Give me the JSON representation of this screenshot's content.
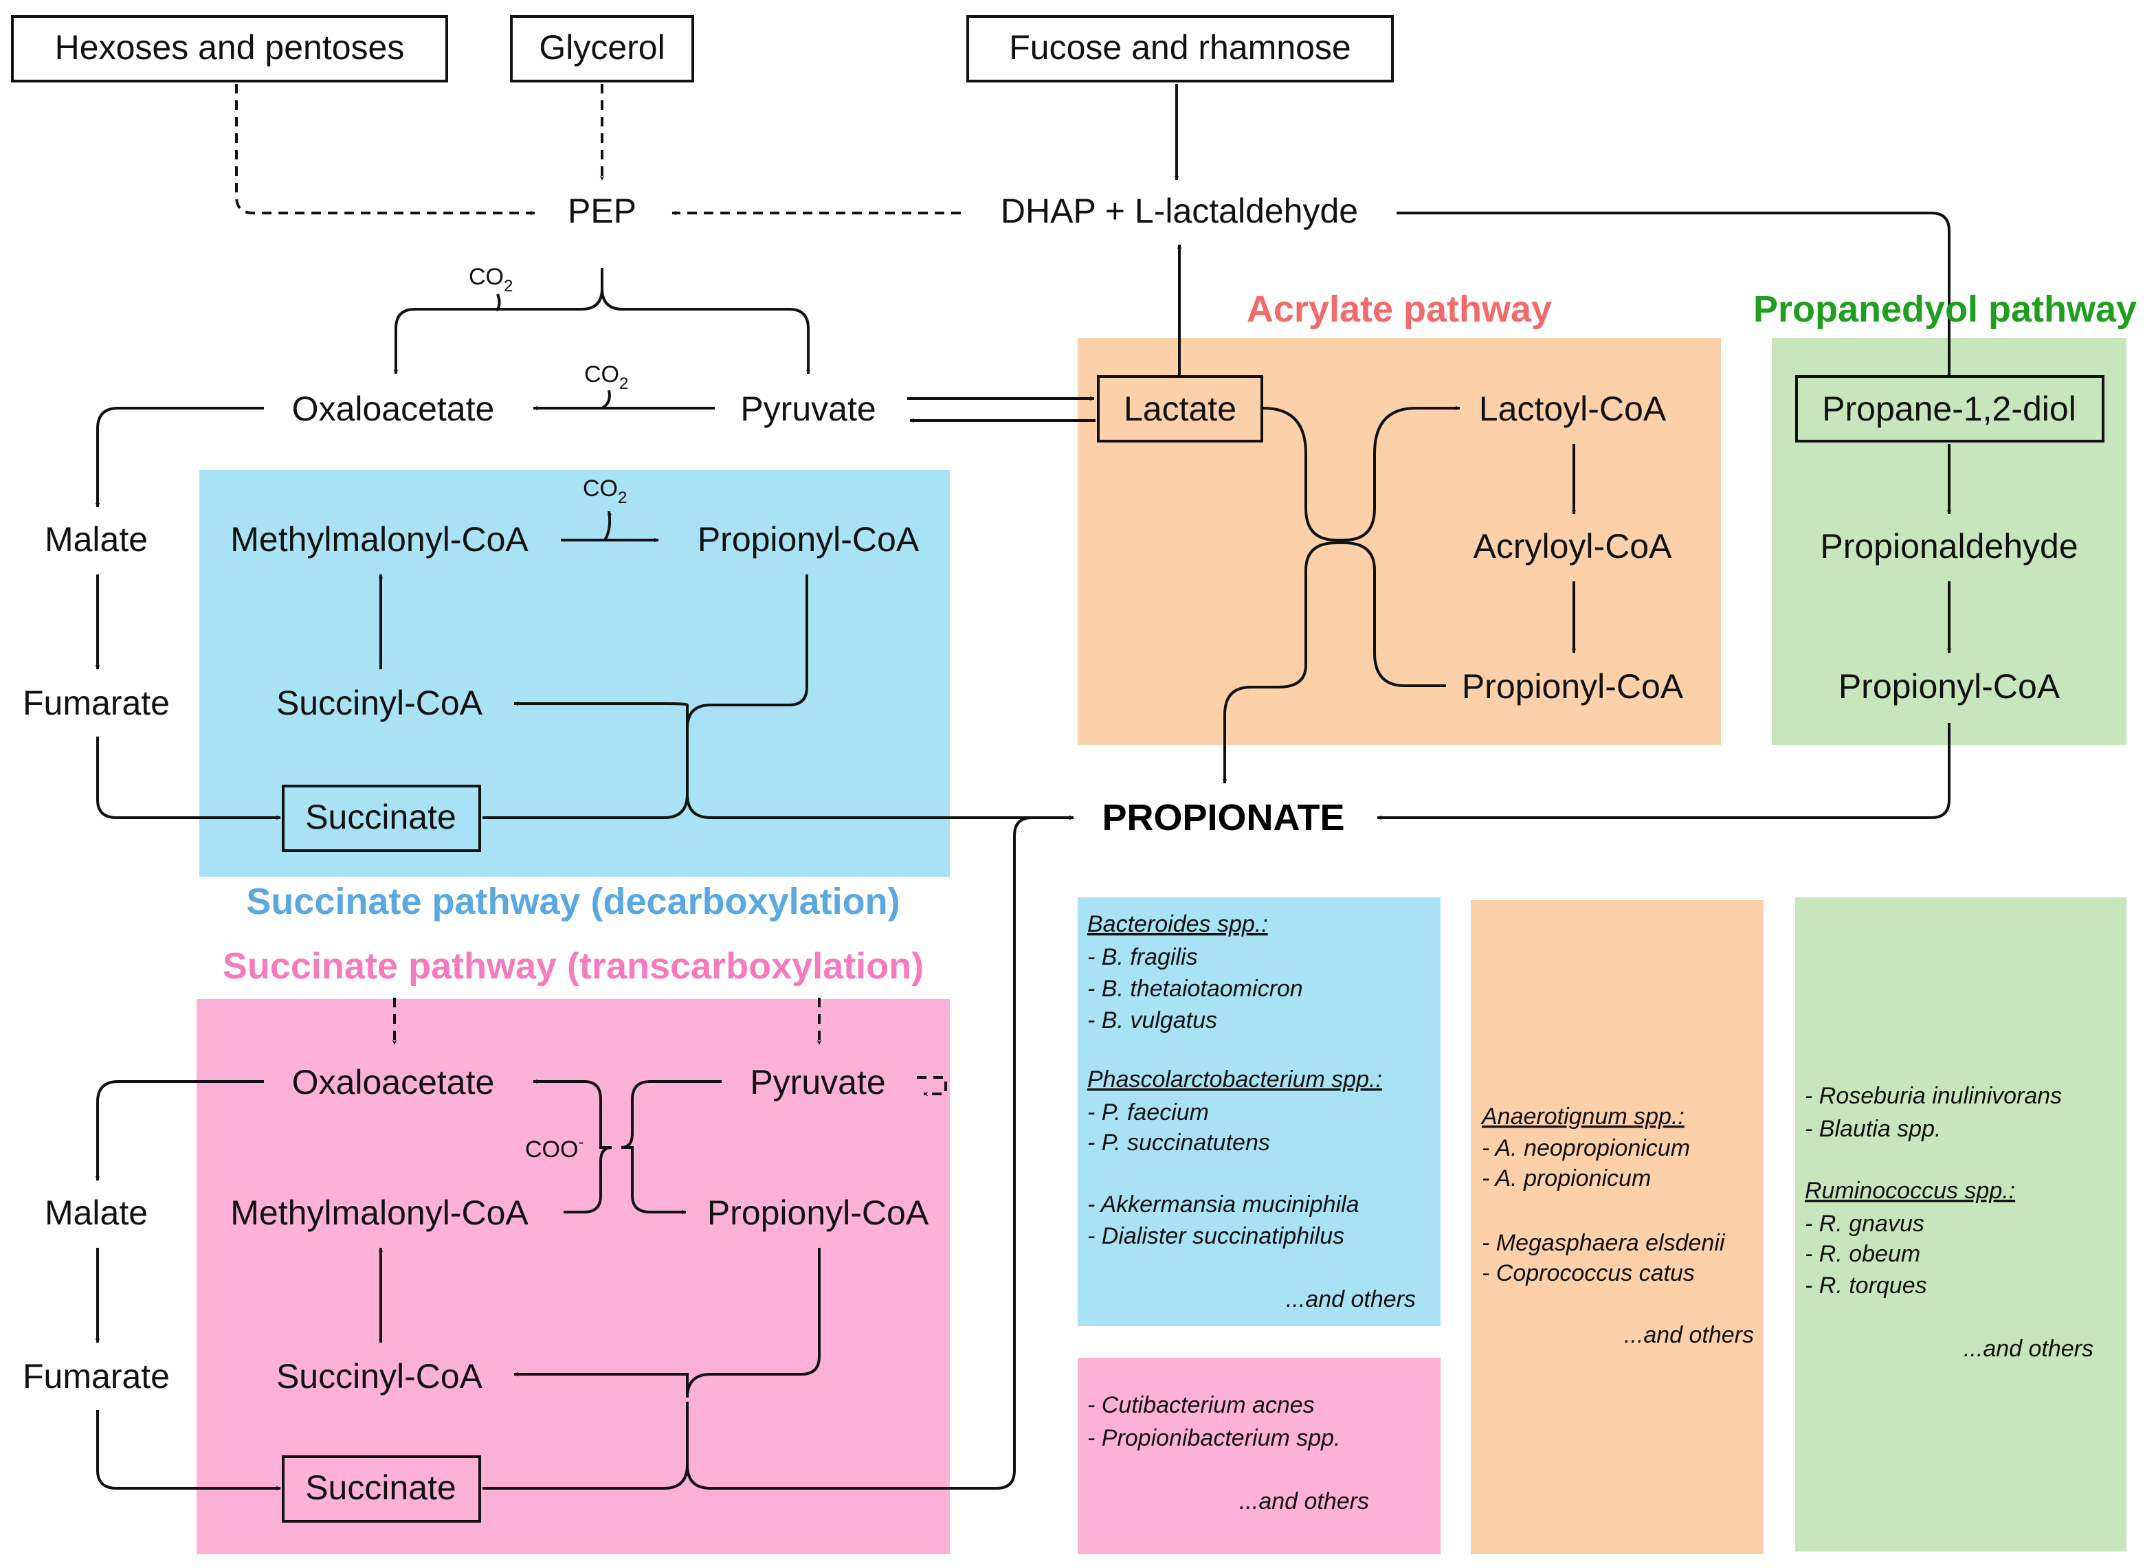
{
  "sources": {
    "hexoses": "Hexoses and pentoses",
    "glycerol": "Glycerol",
    "fucose": "Fucose and rhamnose"
  },
  "nodes": {
    "pep": "PEP",
    "dhap": "DHAP + L-lactaldehyde",
    "oxaloacetate": "Oxaloacetate",
    "pyruvate": "Pyruvate",
    "lactate": "Lactate",
    "malate": "Malate",
    "fumarate": "Fumarate",
    "methylmalonyl": "Methylmalonyl-CoA",
    "propionyl": "Propionyl-CoA",
    "succinyl": "Succinyl-CoA",
    "succinate": "Succinate",
    "lactoyl": "Lactoyl-CoA",
    "acryloyl": "Acryloyl-CoA",
    "propanediol": "Propane-1,2-diol",
    "propionaldehyde": "Propionaldehyde",
    "propionate": "PROPIONATE"
  },
  "labels": {
    "co2": "CO",
    "co2_sub": "2",
    "coo": "COO",
    "coo_sup": "-"
  },
  "pathways": {
    "acrylate": "Acrylate pathway",
    "propanediol": "Propanedyol pathway",
    "succ_decarb": "Succinate pathway (decarboxylation)",
    "succ_transcarb": "Succinate pathway (transcarboxylation)"
  },
  "colors": {
    "blue": "#a9e2f4",
    "pink": "#fdb1d6",
    "orange": "#fcd1aa",
    "green": "#c8e6bb",
    "acrylate_title": "#f26a6a",
    "propanediol_title": "#1f9e1f",
    "decarb_title": "#5aa8e0",
    "transcarb_title": "#f57bbd"
  },
  "organisms": {
    "blue": {
      "h1": "Bacteroides spp.:",
      "l1": "- B. fragilis",
      "l2": "- B. thetaiotaomicron",
      "l3": "- B. vulgatus",
      "h2": "Phascolarctobacterium spp.:",
      "l4": "- P. faecium",
      "l5": "- P. succinatutens",
      "l6": "- Akkermansia muciniphila",
      "l7": "- Dialister succinatiphilus",
      "others": "...and others"
    },
    "pink": {
      "l1": "- Cutibacterium acnes",
      "l2": "- Propionibacterium spp.",
      "others": "...and others"
    },
    "orange": {
      "h1": "Anaerotignum spp.:",
      "l1": "- A. neopropionicum",
      "l2": "- A. propionicum",
      "l3": "- Megasphaera elsdenii",
      "l4": "- Coprococcus catus",
      "others": "...and others"
    },
    "green": {
      "l1": "- Roseburia inulinivorans",
      "l2": "- Blautia spp.",
      "h1": "Ruminococcus spp.:",
      "l3": "- R. gnavus",
      "l4": "- R. obeum",
      "l5": "- R. torques",
      "others": "...and others"
    }
  }
}
